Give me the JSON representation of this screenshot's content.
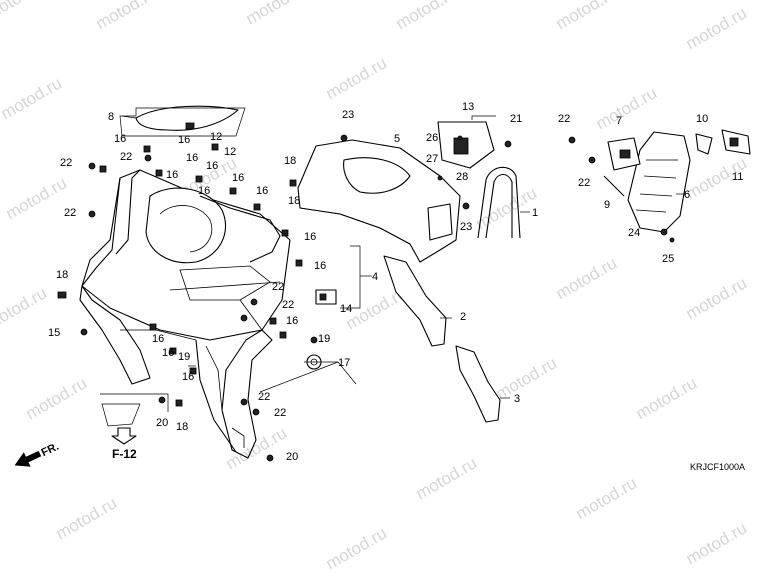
{
  "watermark": "motod.ru",
  "labels": {
    "l1": "1",
    "l2": "2",
    "l3": "3",
    "l4": "4",
    "l5": "5",
    "l6": "6",
    "l7": "7",
    "l8": "8",
    "l9": "9",
    "l10": "10",
    "l11": "11",
    "l12a": "12",
    "l12b": "12",
    "l13": "13",
    "l14": "14",
    "l15": "15",
    "l16a": "16",
    "l16b": "16",
    "l16c": "16",
    "l16d": "16",
    "l16e": "16",
    "l16f": "16",
    "l16g": "16",
    "l16h": "16",
    "l16i": "16",
    "l16j": "16",
    "l16k": "16",
    "l16l": "16",
    "l16m": "16",
    "l16n": "16",
    "l17": "17",
    "l18a": "18",
    "l18b": "18",
    "l18c": "18",
    "l19a": "19",
    "l19b": "19",
    "l20a": "20",
    "l20b": "20",
    "l21": "21",
    "l22a": "22",
    "l22b": "22",
    "l22c": "22",
    "l22d": "22",
    "l22e": "22",
    "l22f": "22",
    "l22g": "22",
    "l22h": "22",
    "l22i": "22",
    "l23a": "23",
    "l23b": "23",
    "l24": "24",
    "l25": "25",
    "l26": "26",
    "l27": "27",
    "l28": "28"
  },
  "ref_code": "F-12",
  "front_marker": "FR.",
  "diagram_code": "KRJCF1000A"
}
